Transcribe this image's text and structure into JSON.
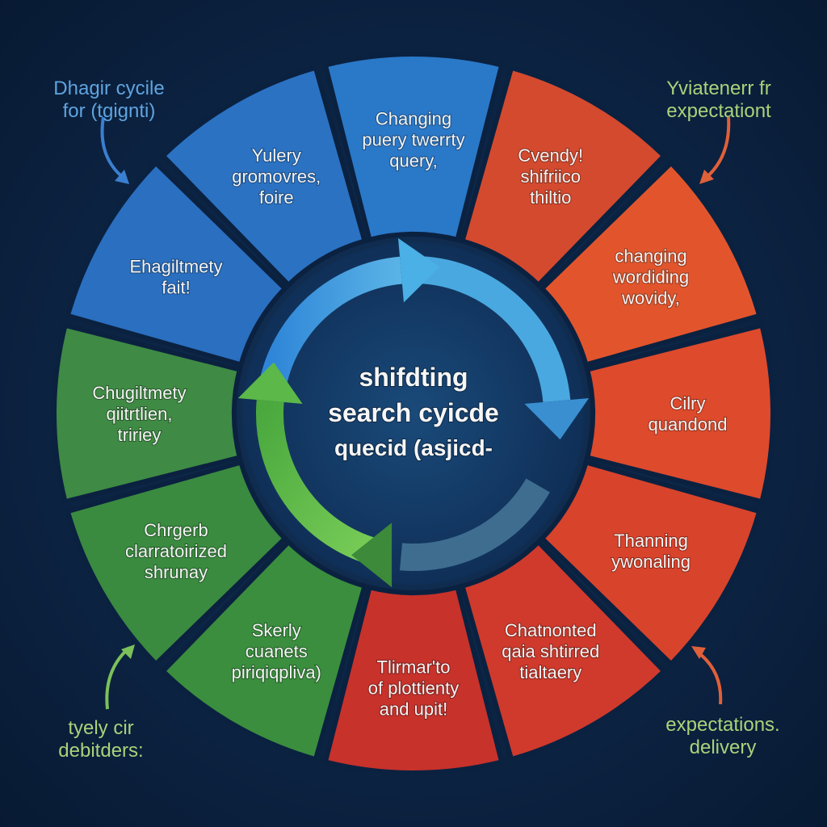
{
  "colors": {
    "background": "#0b2140",
    "blue": "#2a74c6",
    "red": "#d6442e",
    "orange_red": "#e2522c",
    "green": "#3a8a3e",
    "corner_blue_text": "#5fa4e0",
    "corner_green_text": "#a9d27a",
    "arrow_orange": "#e0603a",
    "arrow_green": "#7cc05a",
    "arrow_blue": "#3a7fd0"
  },
  "center": {
    "lines": [
      "shifdting",
      "search cyicde",
      "quecid (asjicd-"
    ],
    "cycle_arrows": [
      {
        "name": "blue-arrow",
        "color": "#4aa8e0"
      },
      {
        "name": "slate-arrow",
        "color": "#3e6d90"
      },
      {
        "name": "green-arrow",
        "color": "#6cc04c"
      }
    ]
  },
  "segments": [
    {
      "id": "top-blue",
      "color": "#2a78c8",
      "lines": [
        "Changing",
        "puery twerrty",
        "query,"
      ]
    },
    {
      "id": "top-red",
      "color": "#d44a2e",
      "lines": [
        "Cvendy!",
        "shifriico",
        "thiltio"
      ]
    },
    {
      "id": "upper-right-red",
      "color": "#e2552c",
      "lines": [
        "changing",
        "wordiding",
        "wovidy,"
      ]
    },
    {
      "id": "right-upper-red",
      "color": "#de4a2c",
      "lines": [
        "Cilry",
        "quandond"
      ]
    },
    {
      "id": "right-lower-red",
      "color": "#d8432c",
      "lines": [
        "Thanning",
        "ywonaling"
      ]
    },
    {
      "id": "lower-right-red",
      "color": "#cf3a2c",
      "lines": [
        "Chatnonted",
        "qaia shtirred",
        "tialtaery"
      ]
    },
    {
      "id": "bottom-red",
      "color": "#c7322b",
      "lines": [
        "Tlirmar'to",
        "of plottienty",
        "and upit!"
      ]
    },
    {
      "id": "bottom-green",
      "color": "#3a8e3e",
      "lines": [
        "Skerly",
        "cuanets",
        "piriqiqpliva)"
      ]
    },
    {
      "id": "lower-left-green",
      "color": "#3a8a40",
      "lines": [
        "Chrgerb",
        "clarratoirized",
        "shrunay"
      ]
    },
    {
      "id": "left-green",
      "color": "#3f8a44",
      "lines": [
        "Chugiltmety",
        "qiitrtlien,",
        "tririey"
      ]
    },
    {
      "id": "left-blue",
      "color": "#2a6fc0",
      "lines": [
        "Ehagiltmety",
        "fait!"
      ]
    },
    {
      "id": "upper-left-blue",
      "color": "#2b72c2",
      "lines": [
        "Yulery",
        "gromovres,",
        "foire"
      ]
    }
  ],
  "corner_labels": {
    "top_left": [
      "Dhagir cycile",
      "for (tgignti)"
    ],
    "top_right": [
      "Yviatenerr fr",
      "expectationt"
    ],
    "bottom_left": [
      "tyely cir",
      "debitders:"
    ],
    "bottom_right": [
      "expectations.",
      "delivery"
    ]
  }
}
